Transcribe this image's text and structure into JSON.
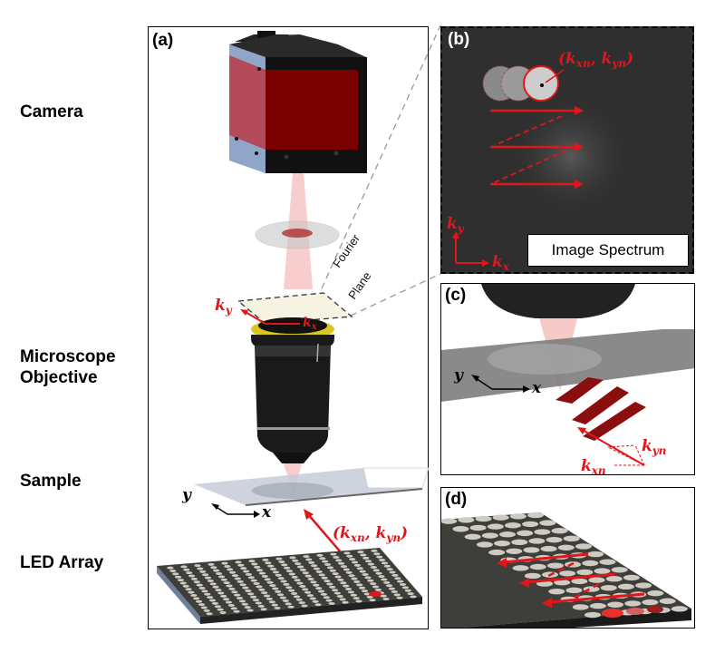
{
  "side_labels": {
    "camera": "Camera",
    "objective_line1": "Microscope",
    "objective_line2": "Objective",
    "sample": "Sample",
    "led_array": "LED Array"
  },
  "panels": {
    "a": {
      "letter": "(a)",
      "fourier_line1": "Fourier",
      "fourier_line2": "Plane",
      "ky": "k",
      "ky_sub": "y",
      "kx": "k",
      "kx_sub": "x",
      "axis_y": "y",
      "axis_x": "x",
      "illum_label": "(k",
      "illum_sub1": "xn",
      "illum_mid": ", k",
      "illum_sub2": "yn",
      "illum_close": ")"
    },
    "b": {
      "letter": "(b)",
      "spectrum_label": "Image Spectrum",
      "coord_open": "(k",
      "coord_sub1": "xn",
      "coord_mid": ", k",
      "coord_sub2": "yn",
      "coord_close": ")",
      "ky": "k",
      "ky_sub": "y",
      "kx": "k",
      "kx_sub": "x"
    },
    "c": {
      "letter": "(c)",
      "axis_y": "y",
      "axis_x": "x",
      "kyn": "k",
      "kyn_sub": "yn",
      "kxn": "k",
      "kxn_sub": "xn"
    },
    "d": {
      "letter": "(d)"
    }
  },
  "colors": {
    "accent_red": "#e0161b",
    "camera_red": "#7a0000",
    "spectrum_bg": "#2f2f2f",
    "led_board": "#3e3e3a"
  }
}
